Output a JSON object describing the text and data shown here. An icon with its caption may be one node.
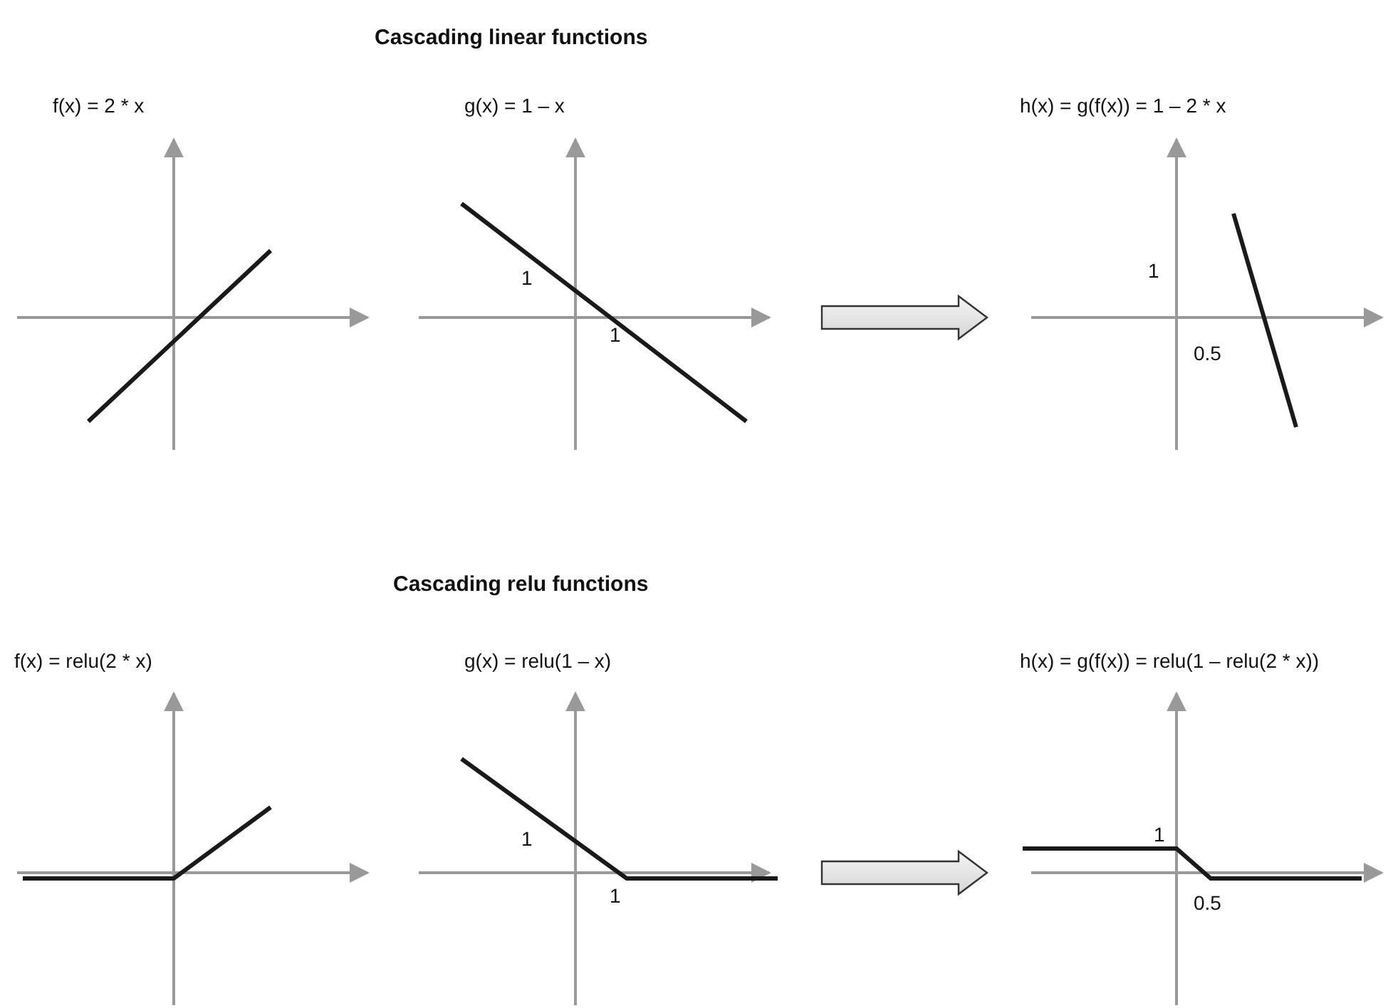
{
  "diagram": {
    "nodes": [
      {
        "text": [
          "f(x) = 2 * x"
        ]
      },
      {
        "text": [
          "g(x) = 1 – x",
          "1",
          "1"
        ]
      },
      {
        "text": [
          "h(x) = g(f(x)) = 1 – 2 * x",
          "1",
          "0.5"
        ]
      },
      {
        "text": [
          "f(x) = relu(2 * x)"
        ]
      },
      {
        "text": [
          "g(x) = relu(1 – x)",
          "1",
          "1"
        ]
      },
      {
        "text": [
          "h(x) = g(f(x)) = relu(1 – relu(2 * x))",
          "1",
          "0.5"
        ]
      }
    ],
    "edges": [
      {
        "from": 1,
        "to": 2,
        "arrow": "to"
      },
      {
        "from": 4,
        "to": 5,
        "arrow": "to"
      }
    ],
    "labels": [
      "Cascading linear functions",
      "Cascading relu functions"
    ]
  }
}
